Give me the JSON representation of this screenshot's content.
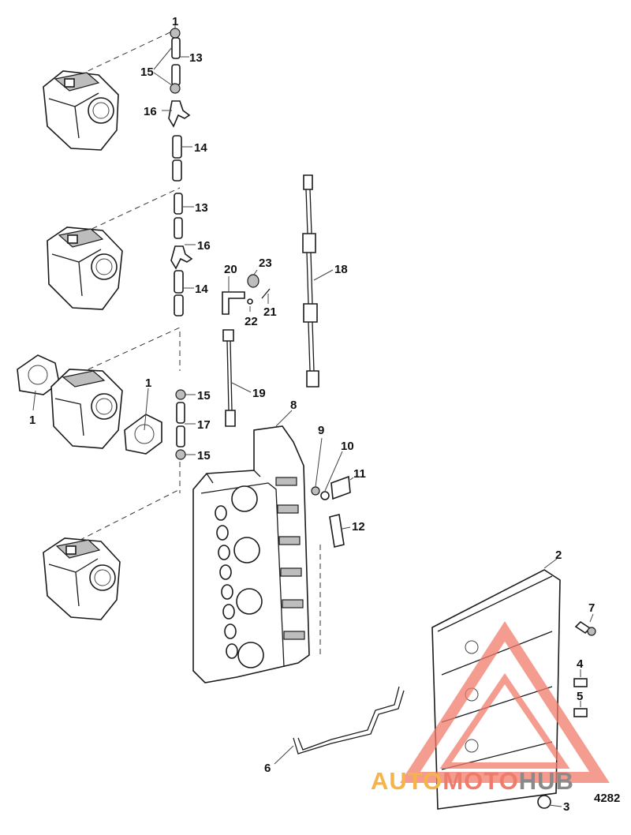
{
  "diagram": {
    "callouts": [
      {
        "id": "c1a",
        "label": "1"
      },
      {
        "id": "c13a",
        "label": "13"
      },
      {
        "id": "c15a",
        "label": "15"
      },
      {
        "id": "c16a",
        "label": "16"
      },
      {
        "id": "c14a",
        "label": "14"
      },
      {
        "id": "c13b",
        "label": "13"
      },
      {
        "id": "c16b",
        "label": "16"
      },
      {
        "id": "c14b",
        "label": "14"
      },
      {
        "id": "c20",
        "label": "20"
      },
      {
        "id": "c23",
        "label": "23"
      },
      {
        "id": "c22",
        "label": "22"
      },
      {
        "id": "c21",
        "label": "21"
      },
      {
        "id": "c18",
        "label": "18"
      },
      {
        "id": "c19",
        "label": "19"
      },
      {
        "id": "c1b",
        "label": "1"
      },
      {
        "id": "c1c",
        "label": "1"
      },
      {
        "id": "c15b",
        "label": "15"
      },
      {
        "id": "c17",
        "label": "17"
      },
      {
        "id": "c15c",
        "label": "15"
      },
      {
        "id": "c8",
        "label": "8"
      },
      {
        "id": "c9",
        "label": "9"
      },
      {
        "id": "c10",
        "label": "10"
      },
      {
        "id": "c11",
        "label": "11"
      },
      {
        "id": "c12",
        "label": "12"
      },
      {
        "id": "c2",
        "label": "2"
      },
      {
        "id": "c7",
        "label": "7"
      },
      {
        "id": "c4",
        "label": "4"
      },
      {
        "id": "c5",
        "label": "5"
      },
      {
        "id": "c6",
        "label": "6"
      },
      {
        "id": "c3",
        "label": "3"
      }
    ],
    "reference_number": "4282"
  },
  "watermark": {
    "part1": "AUTO",
    "part2": "MOTO",
    "part3": "HUB",
    "colors": {
      "orange": "#f6b34a",
      "red": "#f07b6a",
      "gray": "#8a8a8a"
    }
  }
}
